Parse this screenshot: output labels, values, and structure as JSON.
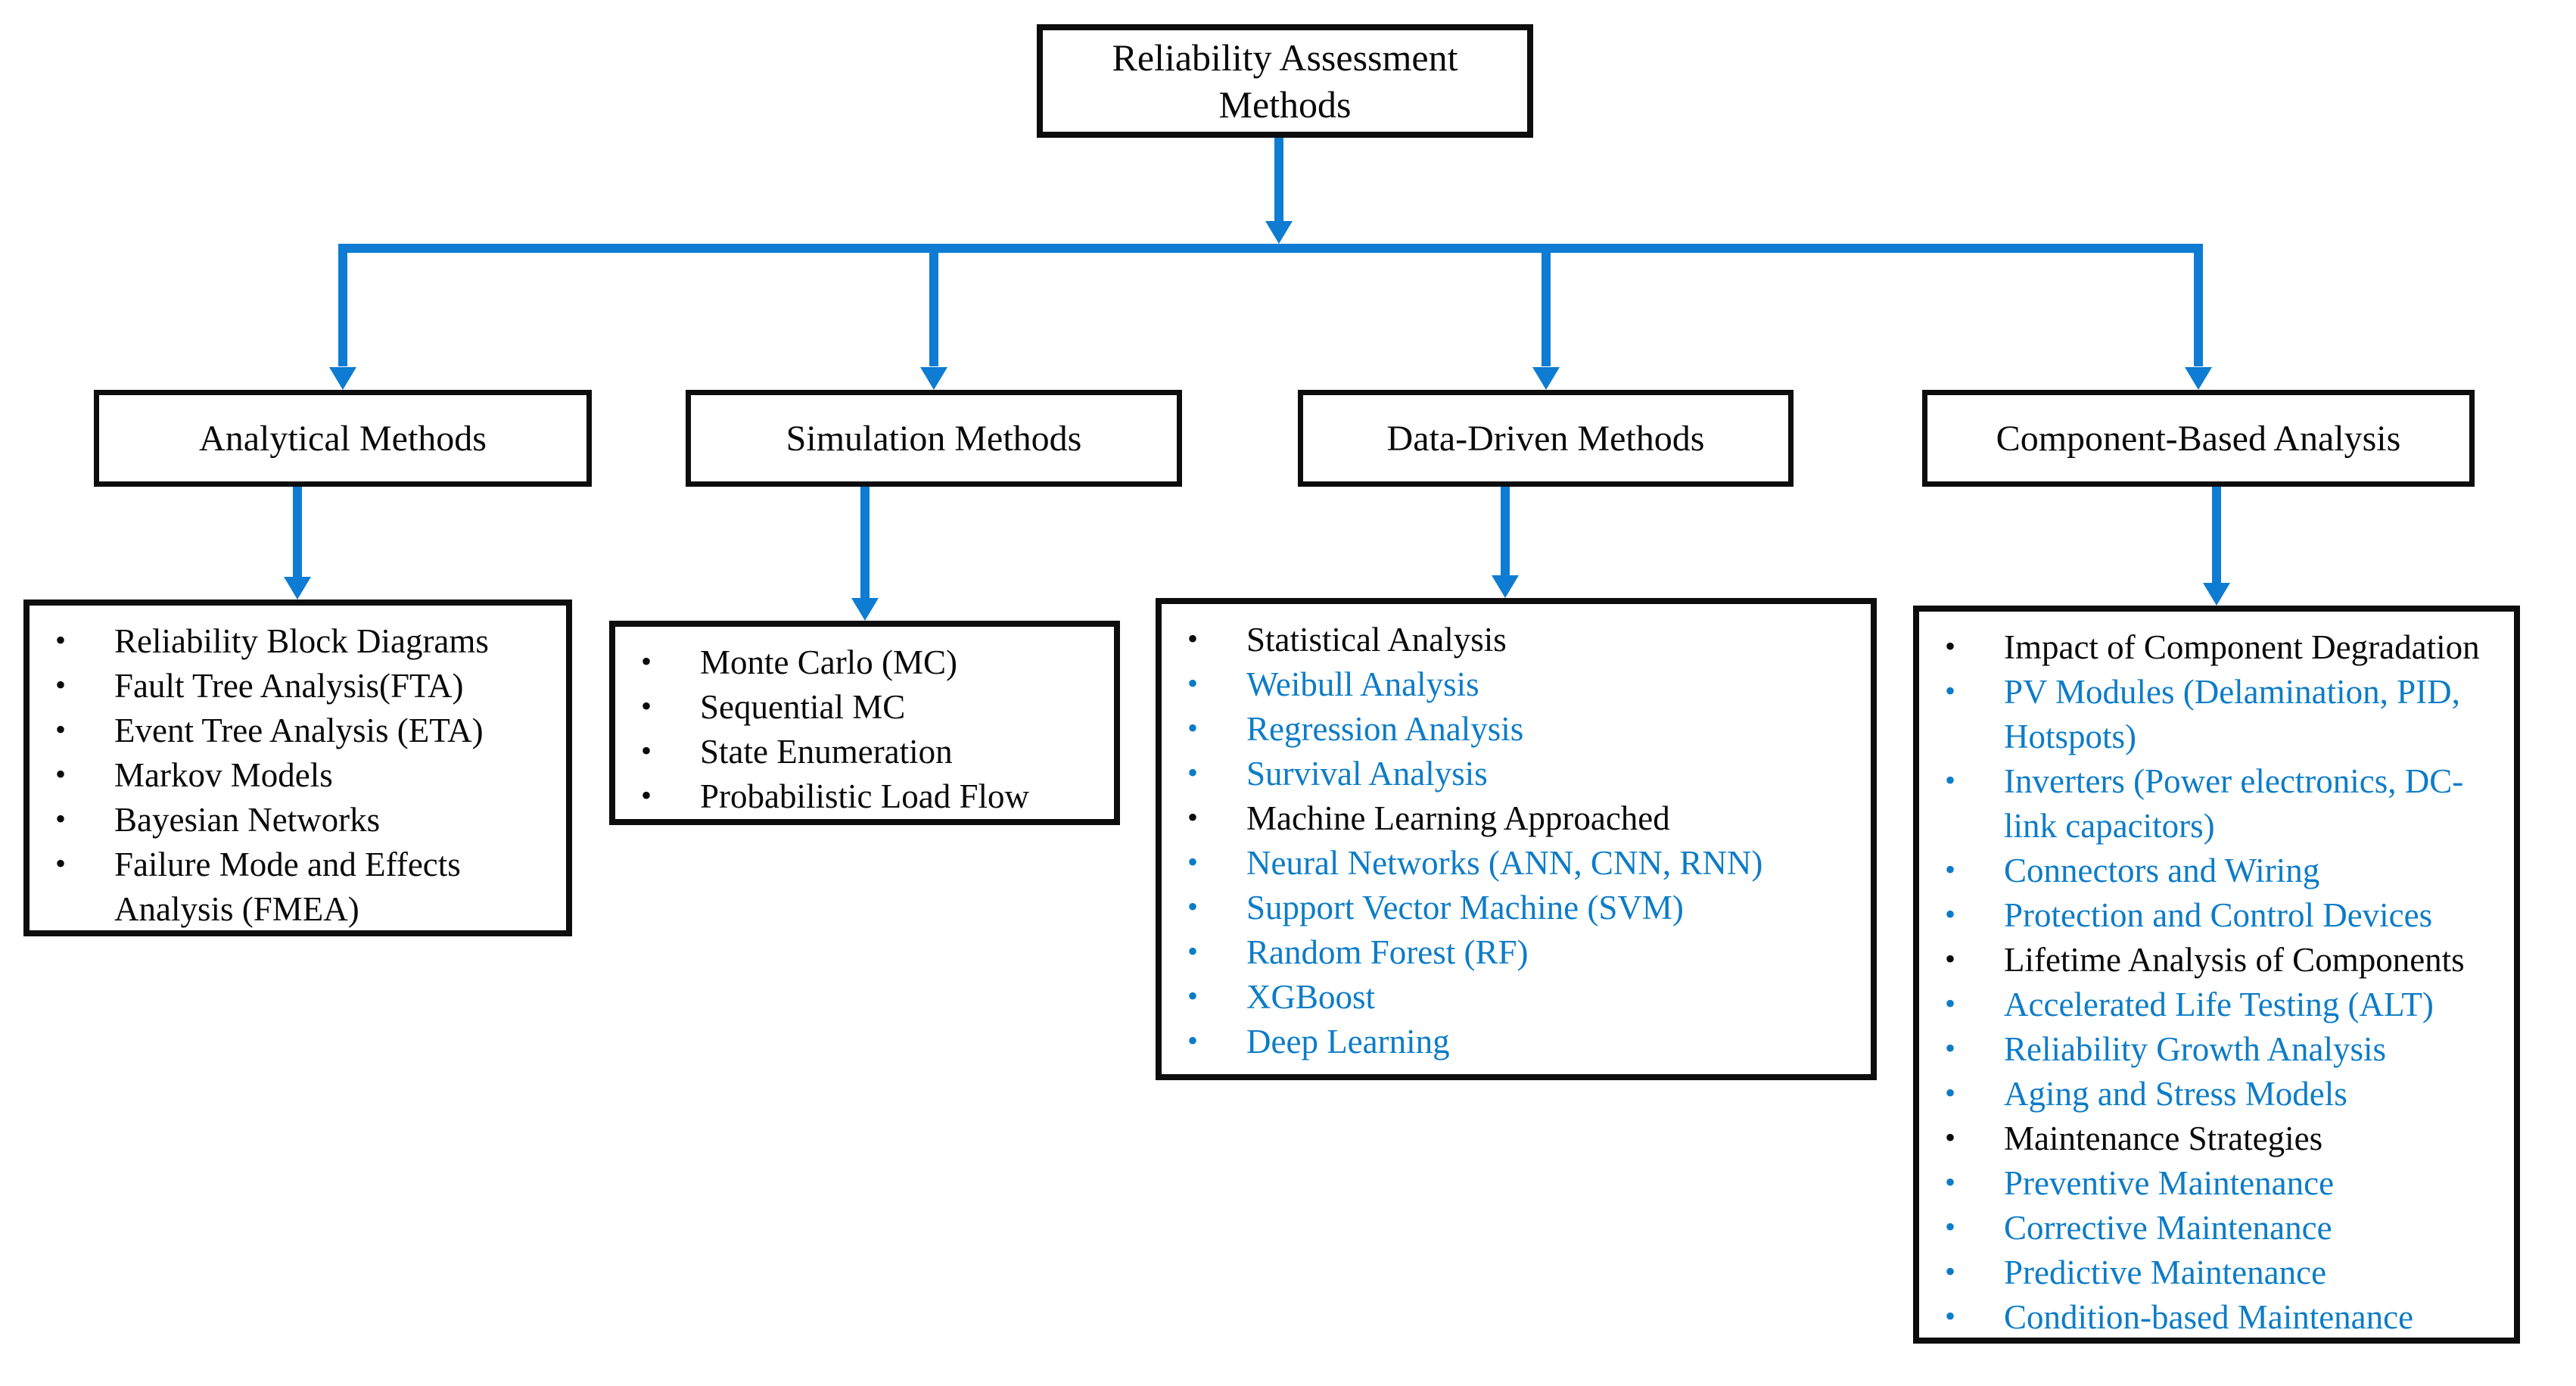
{
  "title_box": {
    "line1": "Reliability Assessment",
    "line2": "Methods"
  },
  "ui": {
    "bullet": "•"
  },
  "colors": {
    "connector_blue": "#0e7cd2",
    "item_blue": "#0d7cc7",
    "item_black": "#0a0a0a",
    "box_border_black": "#0d0d0d",
    "background": "#ffffff"
  },
  "branches": [
    {
      "header": "Analytical Methods",
      "items": [
        {
          "text": "Reliability Block Diagrams",
          "color": "black"
        },
        {
          "text": "Fault Tree Analysis(FTA)",
          "color": "black"
        },
        {
          "text": "Event Tree Analysis (ETA)",
          "color": "black"
        },
        {
          "text": "Markov Models",
          "color": "black"
        },
        {
          "text": "Bayesian Networks",
          "color": "black"
        },
        {
          "text": "Failure Mode and Effects Analysis (FMEA)",
          "color": "black"
        }
      ]
    },
    {
      "header": "Simulation Methods",
      "items": [
        {
          "text": "Monte Carlo (MC)",
          "color": "black"
        },
        {
          "text": "Sequential MC",
          "color": "black"
        },
        {
          "text": "State Enumeration",
          "color": "black"
        },
        {
          "text": "Probabilistic Load Flow",
          "color": "black"
        }
      ]
    },
    {
      "header": "Data-Driven Methods",
      "items": [
        {
          "text": "Statistical Analysis",
          "color": "black"
        },
        {
          "text": "Weibull Analysis",
          "color": "blue"
        },
        {
          "text": "Regression Analysis",
          "color": "blue"
        },
        {
          "text": "Survival Analysis",
          "color": "blue"
        },
        {
          "text": "Machine Learning Approached",
          "color": "black"
        },
        {
          "text": "Neural Networks (ANN, CNN, RNN)",
          "color": "blue"
        },
        {
          "text": "Support Vector Machine (SVM)",
          "color": "blue"
        },
        {
          "text": "Random Forest (RF)",
          "color": "blue"
        },
        {
          "text": "XGBoost",
          "color": "blue"
        },
        {
          "text": "Deep Learning",
          "color": "blue"
        }
      ]
    },
    {
      "header": "Component-Based Analysis",
      "items": [
        {
          "text": "Impact of Component Degradation",
          "color": "black"
        },
        {
          "text": "PV Modules (Delamination, PID, Hotspots)",
          "color": "blue"
        },
        {
          "text": "Inverters (Power electronics, DC-link capacitors)",
          "color": "blue"
        },
        {
          "text": "Connectors and Wiring",
          "color": "blue"
        },
        {
          "text": "Protection and Control Devices",
          "color": "blue"
        },
        {
          "text": "Lifetime Analysis of Components",
          "color": "black"
        },
        {
          "text": "Accelerated Life Testing (ALT)",
          "color": "blue"
        },
        {
          "text": "Reliability Growth Analysis",
          "color": "blue"
        },
        {
          "text": "Aging and Stress Models",
          "color": "blue"
        },
        {
          "text": "Maintenance Strategies",
          "color": "black"
        },
        {
          "text": "Preventive Maintenance",
          "color": "blue"
        },
        {
          "text": "Corrective Maintenance",
          "color": "blue"
        },
        {
          "text": "Predictive Maintenance",
          "color": "blue"
        },
        {
          "text": "Condition-based Maintenance",
          "color": "blue"
        }
      ]
    }
  ]
}
